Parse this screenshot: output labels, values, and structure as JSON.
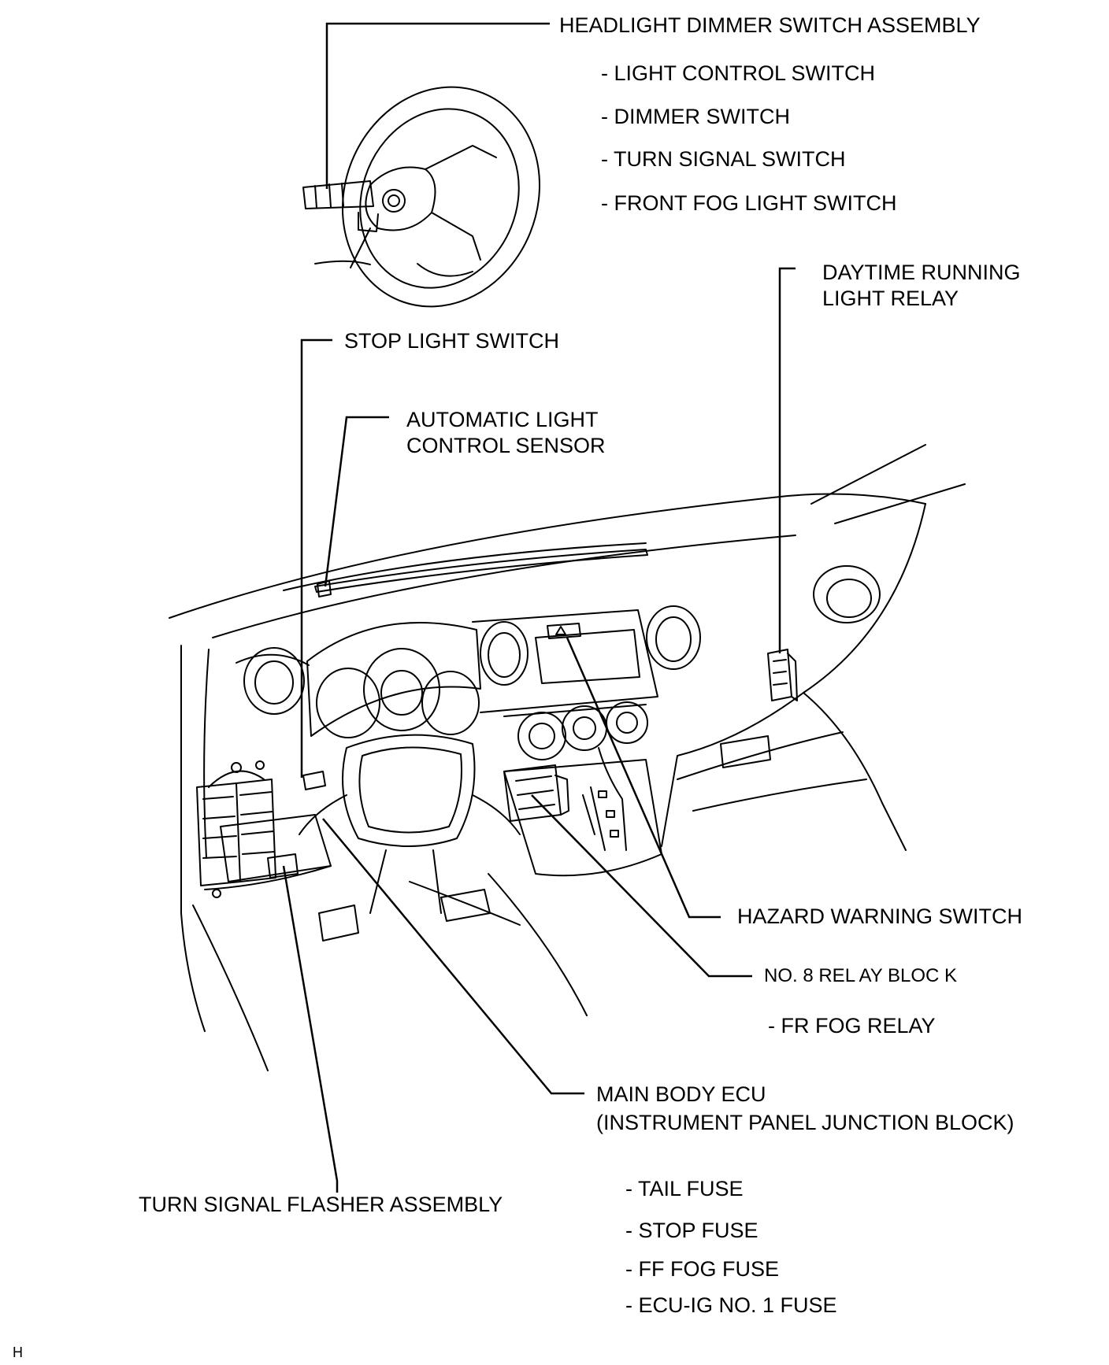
{
  "labels": {
    "headlight_dimmer": "HEADLIGHT DIMMER SWITCH  ASSEMBLY",
    "light_control": "- LIGHT CONTROL SWITCH",
    "dimmer": "- DIMMER SWITCH",
    "turn_signal": "- TURN SIGNAL SWITCH",
    "front_fog": "- FRONT FOG LIGHT SWITCH",
    "drl_line1": "DAYTIME RUNNING",
    "drl_line2": "LIGHT RELAY",
    "stop_light": "STOP LIGHT SWITCH",
    "auto_light_line1": "AUTOMATIC LIGHT",
    "auto_light_line2": "CONTROL SENSOR",
    "hazard": "HAZARD WARNING SWITCH",
    "relay_block": "NO. 8 REL AY BLOC K",
    "fr_fog_relay": "-  FR FOG  RELAY",
    "main_ecu_line1": "MAIN BODY ECU",
    "main_ecu_line2": "(INSTRUMENT PANEL JUNCTION BLOCK)",
    "tail_fuse": "- TAIL FUSE",
    "stop_fuse": "- STOP FUSE",
    "ff_fog_fuse": "- FF FOG FUSE",
    "ecu_ig_fuse": "- ECU-IG NO. 1 FUSE",
    "flasher": "TURN SIGNAL FLASHER ASSEMBLY",
    "corner": "H"
  }
}
